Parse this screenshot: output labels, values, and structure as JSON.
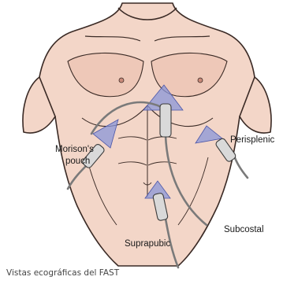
{
  "labels": {
    "morison_line1": "Morison's",
    "morison_line2": "pouch",
    "perisplenic": "Perisplenic",
    "subcostal": "Subcostal",
    "suprapubic": "Suprapubic"
  },
  "caption": "Vistas ecográficas del FAST",
  "colors": {
    "skin": "#f3d6c8",
    "skin_shade": "#e4b8a5",
    "outline": "#3a2a25",
    "beam": "#8a95d8",
    "cable": "#7a7a7a",
    "probe": "#d9d9d9"
  }
}
